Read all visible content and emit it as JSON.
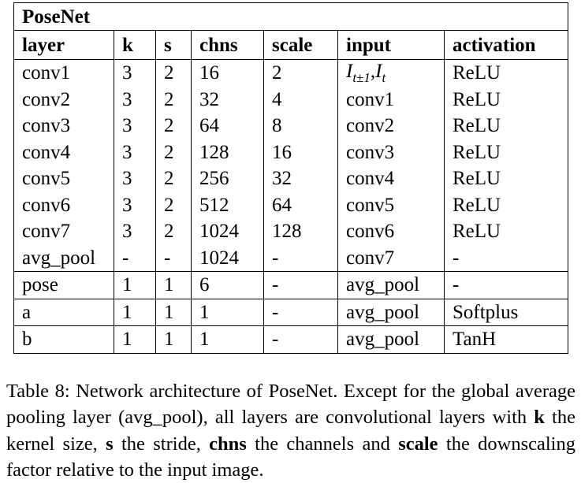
{
  "table": {
    "title": "PoseNet",
    "headers": [
      "layer",
      "k",
      "s",
      "chns",
      "scale",
      "input",
      "activation"
    ],
    "rows": [
      [
        "conv1",
        "3",
        "2",
        "16",
        "2",
        "",
        "ReLU"
      ],
      [
        "conv2",
        "3",
        "2",
        "32",
        "4",
        "conv1",
        "ReLU"
      ],
      [
        "conv3",
        "3",
        "2",
        "64",
        "8",
        "conv2",
        "ReLU"
      ],
      [
        "conv4",
        "3",
        "2",
        "128",
        "16",
        "conv3",
        "ReLU"
      ],
      [
        "conv5",
        "3",
        "2",
        "256",
        "32",
        "conv4",
        "ReLU"
      ],
      [
        "conv6",
        "3",
        "2",
        "512",
        "64",
        "conv5",
        "ReLU"
      ],
      [
        "conv7",
        "3",
        "2",
        "1024",
        "128",
        "conv6",
        "ReLU"
      ],
      [
        "avg_pool",
        "-",
        "-",
        "1024",
        "-",
        "conv7",
        "-"
      ],
      [
        "pose",
        "1",
        "1",
        "6",
        "-",
        "avg_pool",
        "-"
      ],
      [
        "a",
        "1",
        "1",
        "1",
        "-",
        "avg_pool",
        "Softplus"
      ],
      [
        "b",
        "1",
        "1",
        "1",
        "-",
        "avg_pool",
        "TanH"
      ]
    ],
    "conv1_input": {
      "base1": "I",
      "sub1": "t±1",
      "sep": ",",
      "base2": "I",
      "sub2": "t"
    }
  },
  "caption": {
    "prefix": "Table 8: Network architecture of PoseNet. Except for the global average pooling layer (avg_pool), all layers are convolutional layers with ",
    "k_bold": "k",
    "k_text": " the kernel size, ",
    "s_bold": "s",
    "s_text": " the stride, ",
    "chns_bold": "chns",
    "chns_text": " the channels and ",
    "scale_bold": "scale",
    "scale_text": " the downscaling factor relative to the input image."
  }
}
